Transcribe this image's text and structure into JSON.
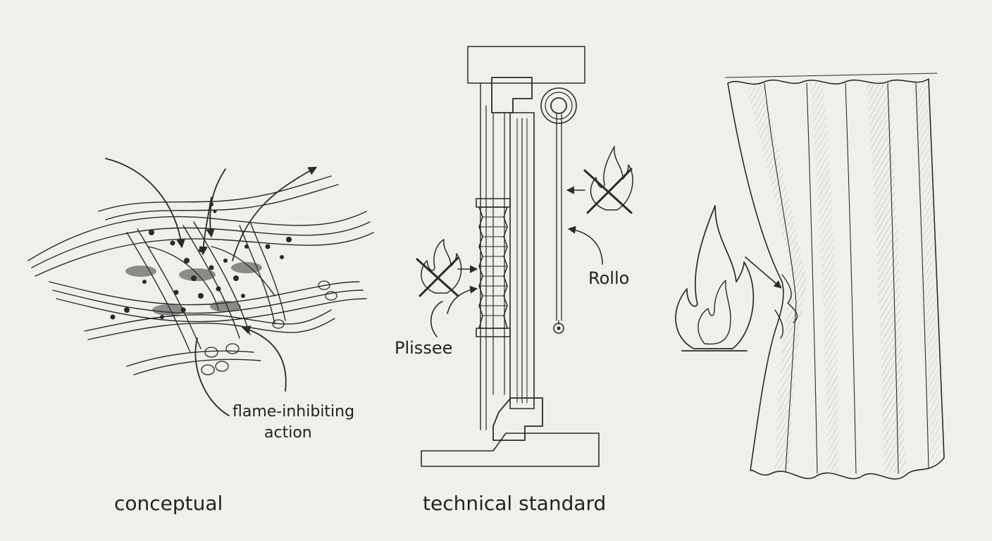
{
  "panels": {
    "conceptual": {
      "caption": "conceptual",
      "annotation_line1": "flame-inhibiting",
      "annotation_line2": "action"
    },
    "technical": {
      "caption": "technical standard",
      "label_plissee": "Plissee",
      "label_rollo": "Rollo"
    },
    "curtain": {}
  },
  "icons": [
    "woven-fiber-icon",
    "flame-crossed-icon",
    "flame-icon",
    "curtain-icon",
    "window-frame-icon",
    "roller-blind-icon",
    "pleated-blind-icon"
  ],
  "colors": {
    "background": "#f1efea",
    "ink": "#2a2a2a"
  }
}
